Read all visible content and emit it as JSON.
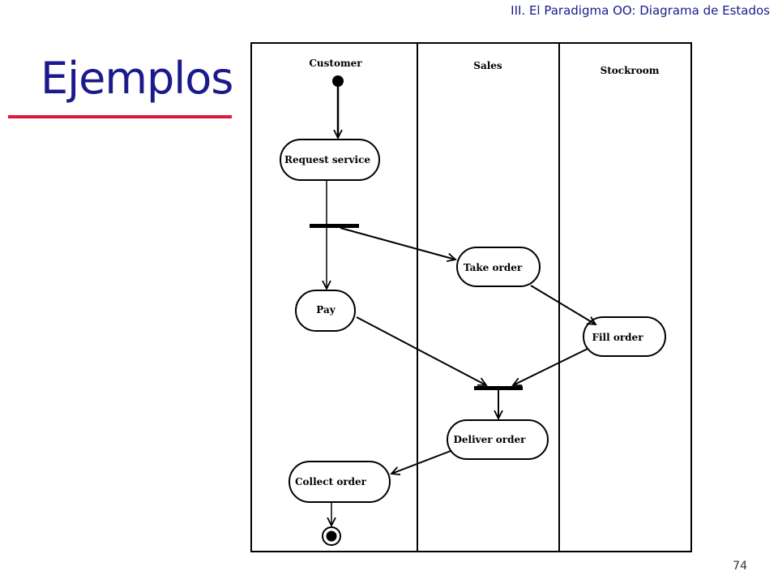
{
  "header": {
    "section": "III. El Paradigma OO: Diagrama de Estados"
  },
  "title": "Ejemplos",
  "page_number": "74",
  "diagram": {
    "swimlanes": [
      "Customer",
      "Sales",
      "Stockroom"
    ],
    "activities": {
      "request_service": "Request service",
      "take_order": "Take order",
      "pay": "Pay",
      "fill_order": "Fill order",
      "deliver_order": "Deliver order",
      "collect_order": "Collect order"
    }
  },
  "colors": {
    "title": "#1a1a8c",
    "underline": "#e0143c",
    "diagram_stroke": "#000000"
  }
}
